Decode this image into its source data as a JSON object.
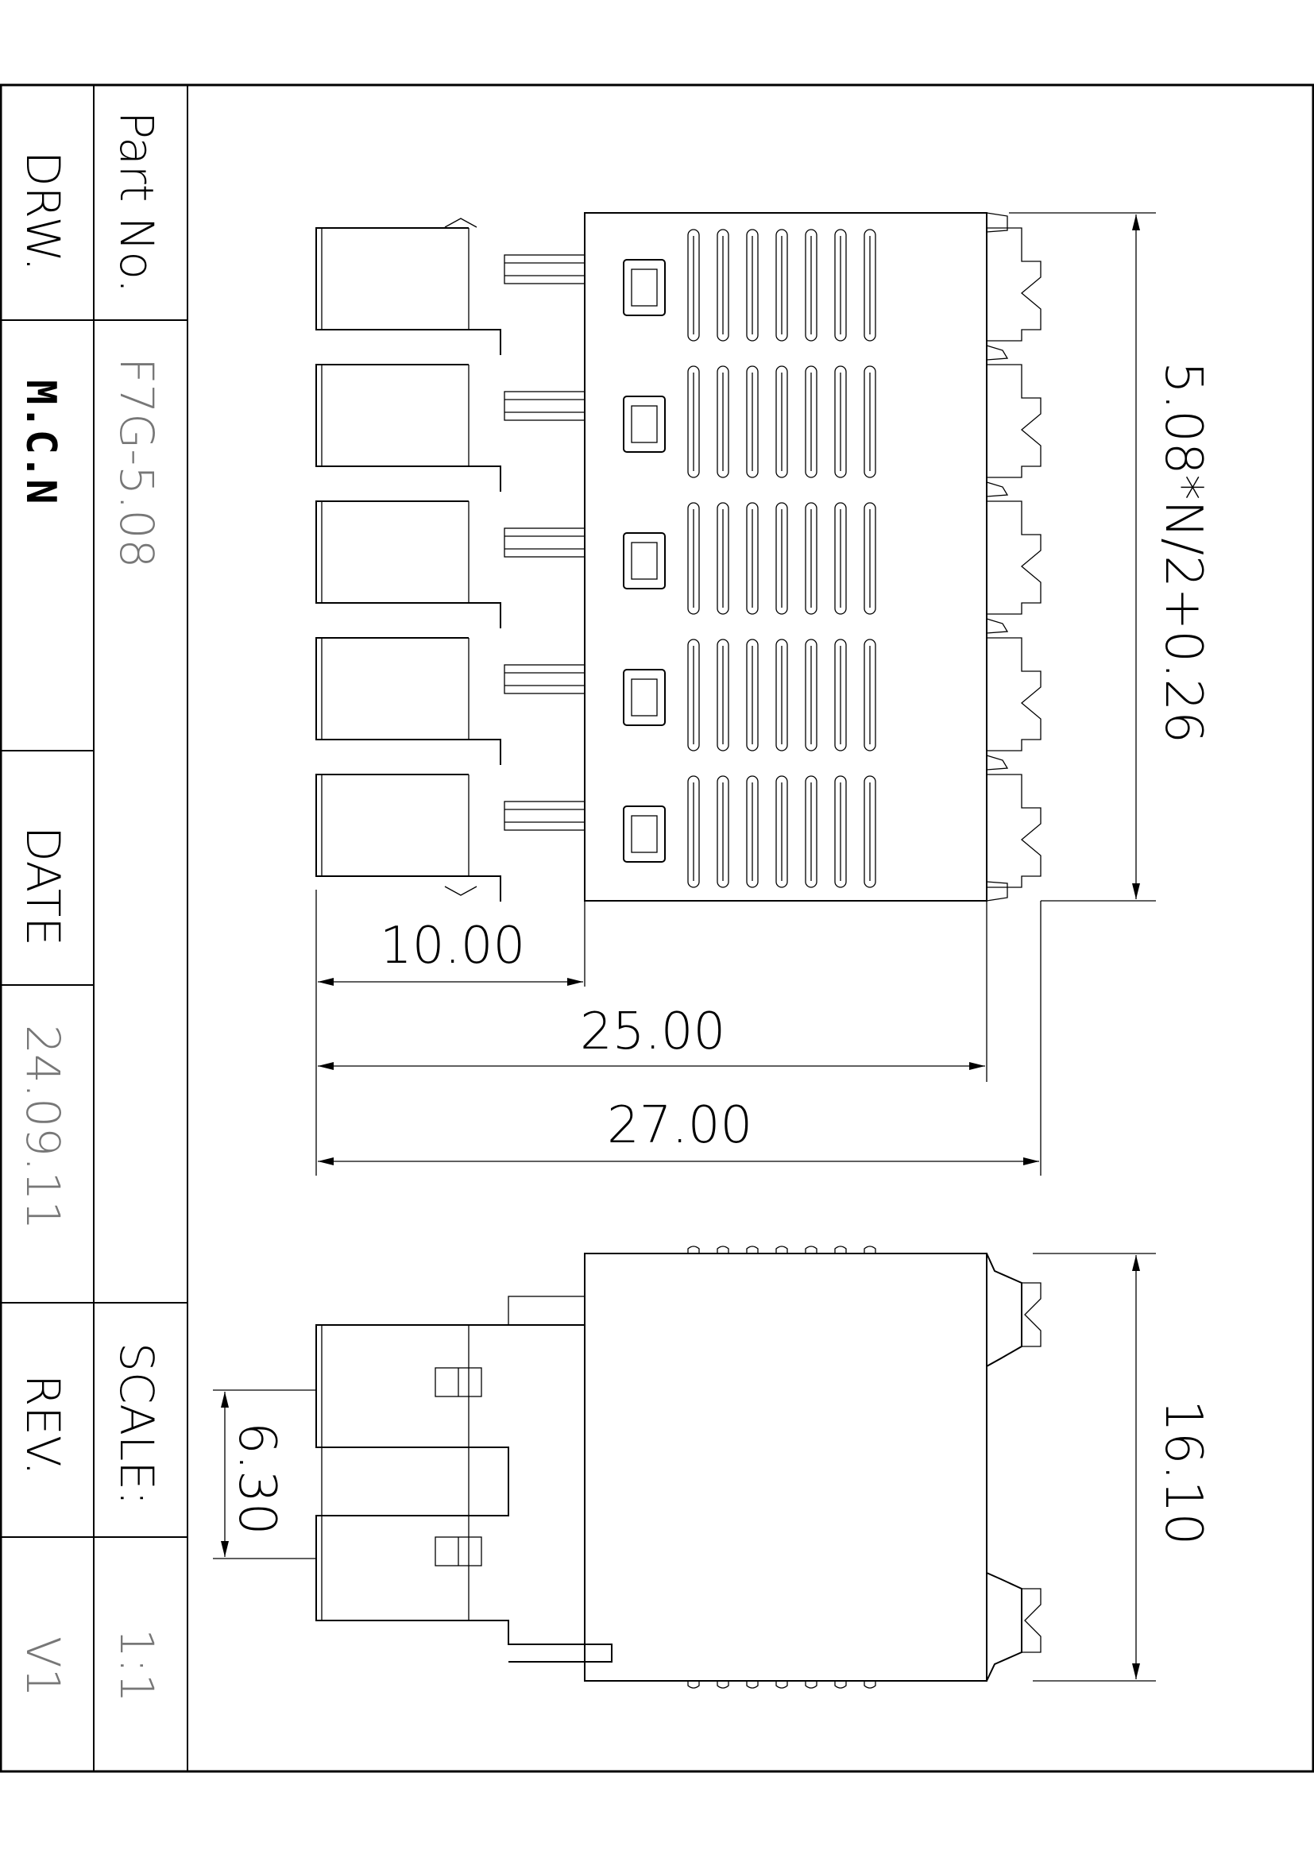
{
  "title_block": {
    "part_no_label": "Part No.",
    "part_no_value": "F7G-5.08",
    "drw_label": "DRW.",
    "drw_value": "M.C.N",
    "date_label": "DATE",
    "date_value": "24.09.11",
    "scale_label": "SCALE:",
    "scale_value": "1:1",
    "rev_label": "REV.",
    "rev_value": "V1"
  },
  "dimensions": {
    "pitch_formula": "5.08*N/2+0.26",
    "dim_10": "10.00",
    "dim_25": "25.00",
    "dim_27": "27.00",
    "dim_height": "16.10",
    "dim_pin": "6.30"
  },
  "pole_count_shown": 5,
  "colors": {
    "line": "#000000",
    "value_text": "#777777"
  }
}
